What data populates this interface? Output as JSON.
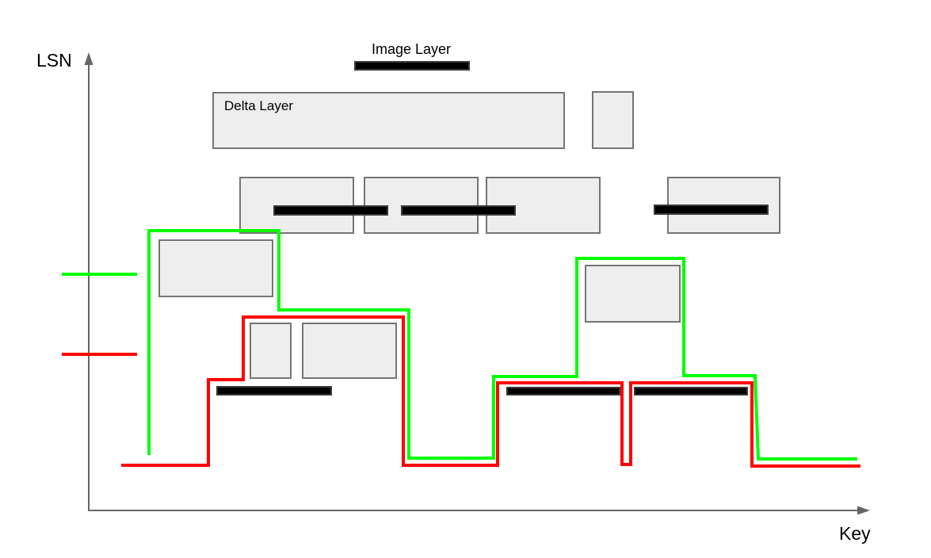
{
  "axes": {
    "y_label": "LSN",
    "x_label": "Key"
  },
  "labels": {
    "image_layer": "Image Layer",
    "delta_layer": "Delta Layer"
  },
  "colors": {
    "background": "#ffffff",
    "green_line": "#00ff00",
    "red_line": "#ff0000",
    "layer_fill": "#eeeeee",
    "layer_border": "#757575",
    "image_layer_bar": "#000000",
    "axis": "#666666"
  }
}
